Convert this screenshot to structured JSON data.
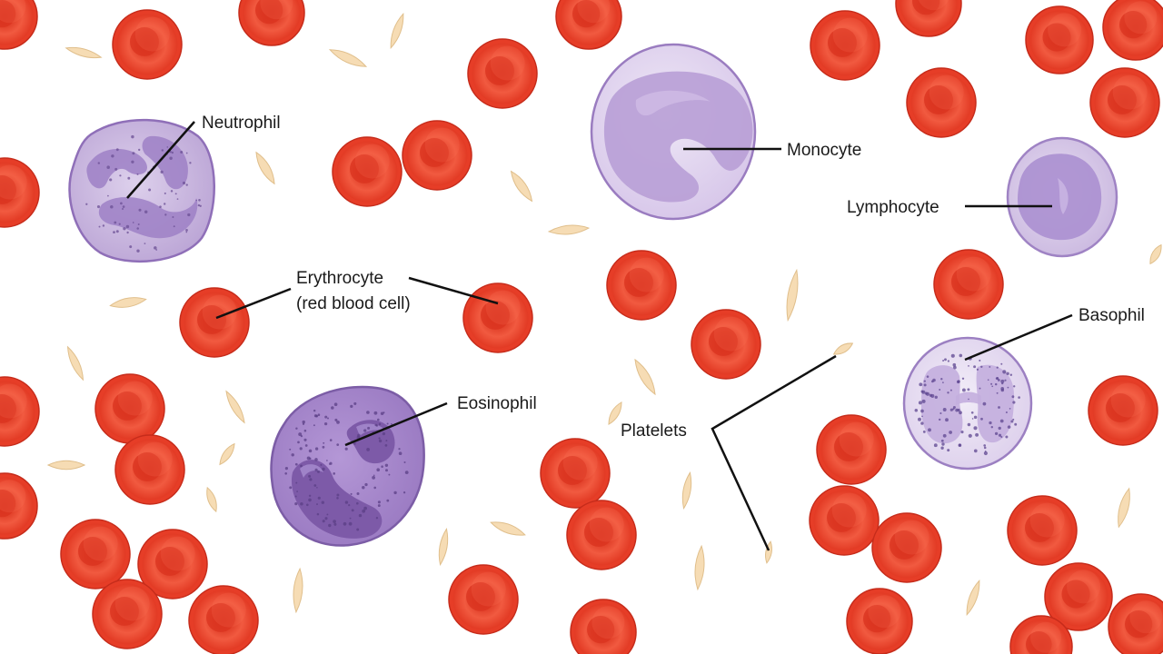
{
  "labels": {
    "neutrophil": "Neutrophil",
    "monocyte": "Monocyte",
    "lymphocyte": "Lymphocyte",
    "basophil": "Basophil",
    "erythrocyte_line1": "Erythrocyte",
    "erythrocyte_line2": "(red blood cell)",
    "eosinophil": "Eosinophil",
    "platelets": "Platelets"
  },
  "colors": {
    "background": "#ffffff",
    "erythrocyte": "#e8412a",
    "erythrocyte_center": "#d9331f",
    "erythrocyte_edge": "#c62c1b",
    "leukocyte_cytoplasm": "#c6b2dd",
    "leukocyte_nucleus": "#9c7dc4",
    "leukocyte_outline": "#9879bd",
    "granule": "#6b4f94",
    "platelet": "#f6dcb4",
    "platelet_outline": "#e0bf8c",
    "leader_line": "#111111"
  }
}
